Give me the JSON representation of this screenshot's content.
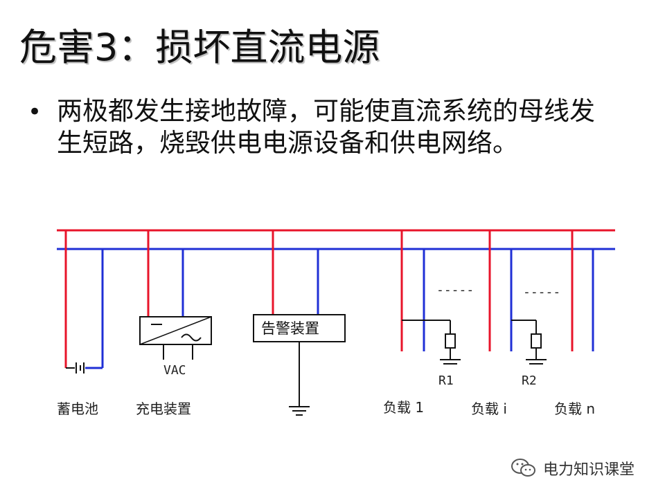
{
  "title": "危害3：损坏直流电源",
  "bullet": "两极都发生接地故障，可能使直流系统的母线发生短路，烧毁供电电源设备和供电网络。",
  "diagram": {
    "colors": {
      "positive_bus": "#e8142a",
      "negative_bus": "#1f2fd6",
      "wire": "#111111"
    },
    "labels": {
      "battery": "蓄电池",
      "charger": "充电装置",
      "vac": "VAC",
      "alarm": "告警装置",
      "r1": "R1",
      "r2": "R2",
      "load1": "负载 1",
      "loadi": "负载 i",
      "loadn": "负载 n",
      "dots": "-----"
    },
    "icons": [
      "battery-icon",
      "dc-ac-converter-icon",
      "ground-icon",
      "resistor-icon"
    ]
  },
  "watermark": {
    "text": "电力知识课堂",
    "icon": "wechat-icon"
  }
}
